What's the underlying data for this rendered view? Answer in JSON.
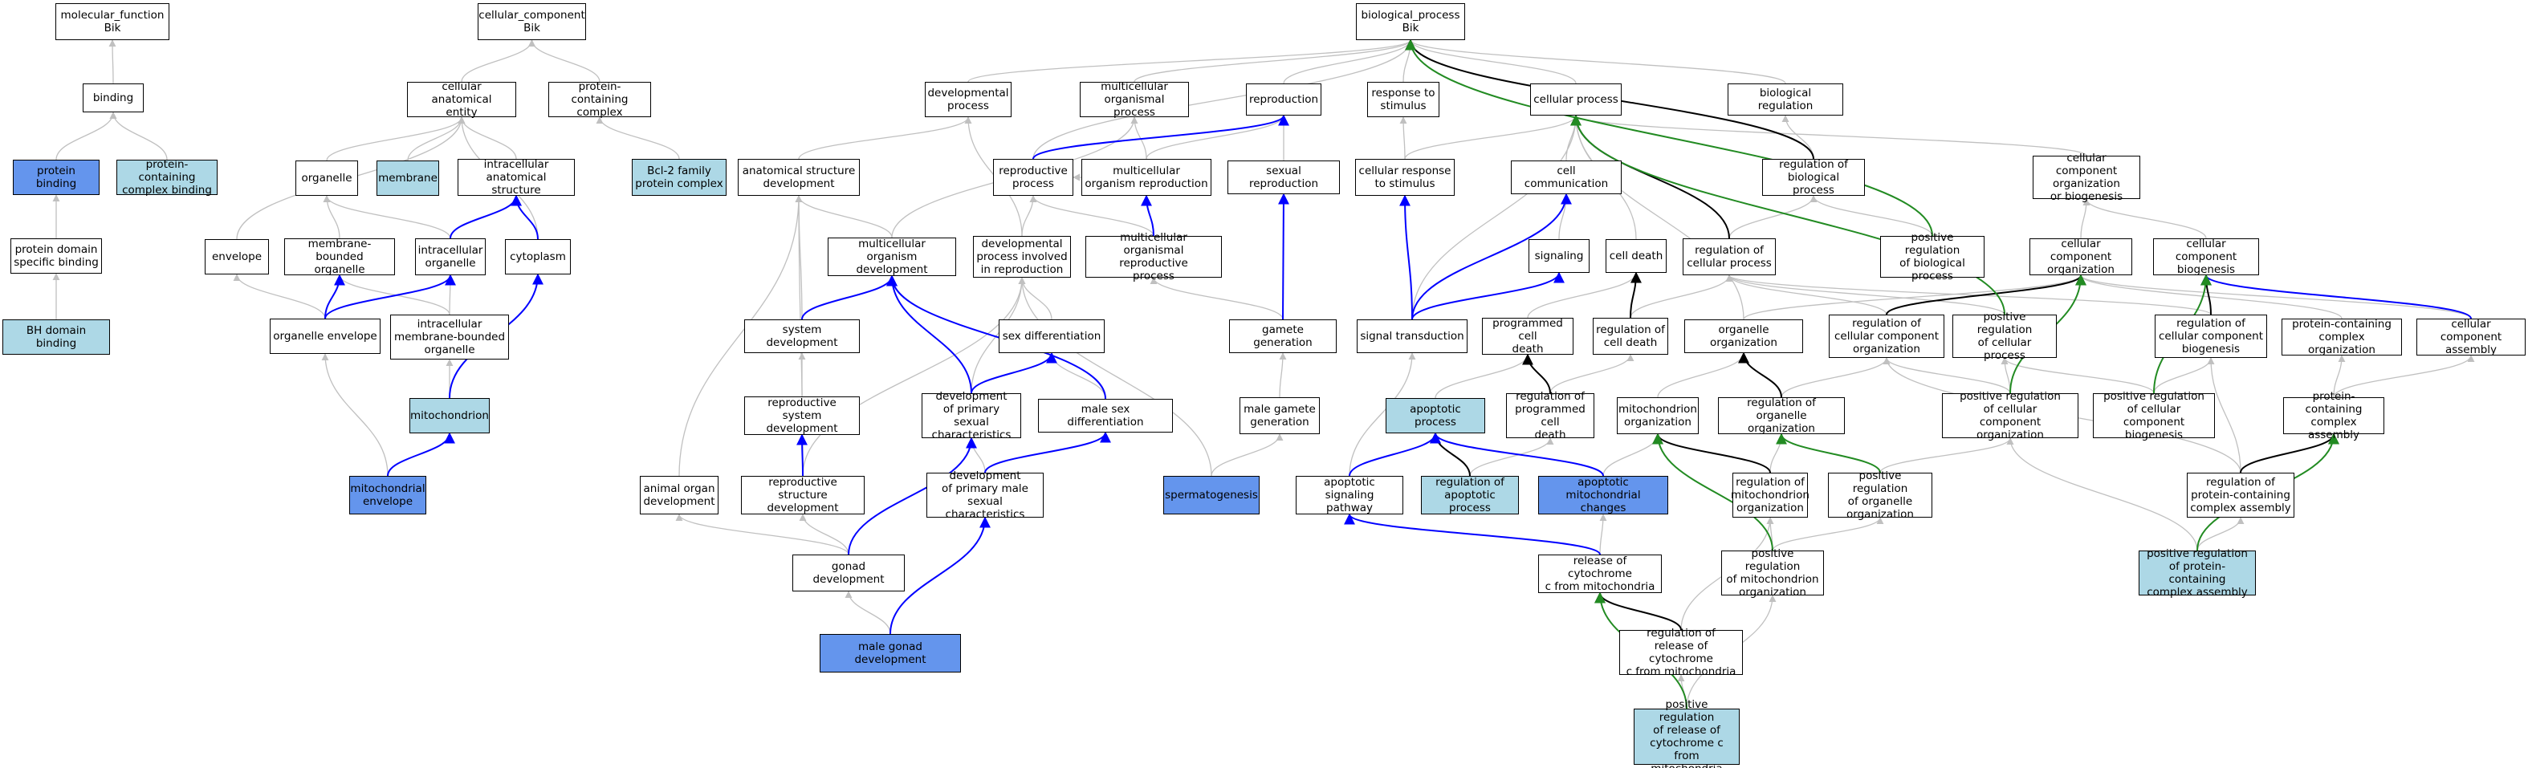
{
  "colors": {
    "white": "#ffffff",
    "light_blue": "#add8e6",
    "blue": "#6495ed",
    "grey_edge": "#c0c0c0",
    "blue_edge": "#0000ff",
    "green_edge": "#228b22",
    "black_edge": "#000000"
  },
  "nodes": {
    "mf": {
      "label": "molecular_function\nBik",
      "fill": "white"
    },
    "binding": {
      "label": "binding",
      "fill": "white"
    },
    "pb": {
      "label": "protein binding",
      "fill": "blue"
    },
    "pccb": {
      "label": "protein-containing\ncomplex binding",
      "fill": "light_blue"
    },
    "pdsb": {
      "label": "protein domain\nspecific binding",
      "fill": "white"
    },
    "bhd": {
      "label": "BH domain binding",
      "fill": "light_blue"
    },
    "cc": {
      "label": "cellular_component\nBik",
      "fill": "white"
    },
    "cae": {
      "label": "cellular anatomical\nentity",
      "fill": "white"
    },
    "pcc": {
      "label": "protein-containing\ncomplex",
      "fill": "white"
    },
    "organelle": {
      "label": "organelle",
      "fill": "white"
    },
    "membrane": {
      "label": "membrane",
      "fill": "light_blue"
    },
    "ias": {
      "label": "intracellular\nanatomical structure",
      "fill": "white"
    },
    "bcl2": {
      "label": "Bcl-2 family\nprotein complex",
      "fill": "light_blue"
    },
    "envelope": {
      "label": "envelope",
      "fill": "white"
    },
    "mbo": {
      "label": "membrane-bounded\norganelle",
      "fill": "white"
    },
    "io": {
      "label": "intracellular\norganelle",
      "fill": "white"
    },
    "cytoplasm": {
      "label": "cytoplasm",
      "fill": "white"
    },
    "oe": {
      "label": "organelle envelope",
      "fill": "white"
    },
    "imbo": {
      "label": "intracellular\nmembrane-bounded\norganelle",
      "fill": "white"
    },
    "mito": {
      "label": "mitochondrion",
      "fill": "light_blue"
    },
    "mitoenv": {
      "label": "mitochondrial\nenvelope",
      "fill": "blue"
    },
    "bp": {
      "label": "biological_process\nBik",
      "fill": "white"
    },
    "devp": {
      "label": "developmental\nprocess",
      "fill": "white"
    },
    "mop": {
      "label": "multicellular\norganismal process",
      "fill": "white"
    },
    "repro": {
      "label": "reproduction",
      "fill": "white"
    },
    "rts": {
      "label": "response to\nstimulus",
      "fill": "white"
    },
    "cellp": {
      "label": "cellular process",
      "fill": "white"
    },
    "breg": {
      "label": "biological regulation",
      "fill": "white"
    },
    "asd": {
      "label": "anatomical structure\ndevelopment",
      "fill": "white"
    },
    "rp": {
      "label": "reproductive\nprocess",
      "fill": "white"
    },
    "mor": {
      "label": "multicellular\norganism reproduction",
      "fill": "white"
    },
    "sexrep": {
      "label": "sexual reproduction",
      "fill": "white"
    },
    "crs": {
      "label": "cellular response\nto stimulus",
      "fill": "white"
    },
    "cellcomm": {
      "label": "cell communication",
      "fill": "white"
    },
    "rbp": {
      "label": "regulation of\nbiological process",
      "fill": "white"
    },
    "ccob": {
      "label": "cellular component\norganization\nor biogenesis",
      "fill": "white"
    },
    "mod": {
      "label": "multicellular\norganism development",
      "fill": "white"
    },
    "dpir": {
      "label": "developmental\nprocess involved\nin reproduction",
      "fill": "white"
    },
    "morp": {
      "label": "multicellular\norganismal reproductive\nprocess",
      "fill": "white"
    },
    "signaling": {
      "label": "signaling",
      "fill": "white"
    },
    "celldeath": {
      "label": "cell death",
      "fill": "white"
    },
    "rcp": {
      "label": "regulation of\ncellular process",
      "fill": "white"
    },
    "prbp": {
      "label": "positive regulation\nof biological\nprocess",
      "fill": "white"
    },
    "cco": {
      "label": "cellular component\norganization",
      "fill": "white"
    },
    "ccb": {
      "label": "cellular component\nbiogenesis",
      "fill": "white"
    },
    "sysdev": {
      "label": "system development",
      "fill": "white"
    },
    "sexdiff": {
      "label": "sex differentiation",
      "fill": "white"
    },
    "gamgen": {
      "label": "gamete generation",
      "fill": "white"
    },
    "st": {
      "label": "signal transduction",
      "fill": "white"
    },
    "pcd": {
      "label": "programmed cell\ndeath",
      "fill": "white"
    },
    "rcd": {
      "label": "regulation of\ncell death",
      "fill": "white"
    },
    "oo": {
      "label": "organelle organization",
      "fill": "white"
    },
    "rcco": {
      "label": "regulation of\ncellular component\norganization",
      "fill": "white"
    },
    "prcp": {
      "label": "positive regulation\nof cellular\nprocess",
      "fill": "white"
    },
    "rccb": {
      "label": "regulation of\ncellular component\nbiogenesis",
      "fill": "white"
    },
    "pco": {
      "label": "protein-containing\ncomplex organization",
      "fill": "white"
    },
    "cca": {
      "label": "cellular component\nassembly",
      "fill": "white"
    },
    "rsd": {
      "label": "reproductive\nsystem development",
      "fill": "white"
    },
    "dpsc": {
      "label": "development\nof primary sexual\ncharacteristics",
      "fill": "white"
    },
    "msd": {
      "label": "male sex differentiation",
      "fill": "white"
    },
    "mgg": {
      "label": "male gamete\ngeneration",
      "fill": "white"
    },
    "ap": {
      "label": "apoptotic process",
      "fill": "light_blue"
    },
    "rpcd": {
      "label": "regulation of\nprogrammed cell\ndeath",
      "fill": "white"
    },
    "mitoorg": {
      "label": "mitochondrion\norganization",
      "fill": "white"
    },
    "roo": {
      "label": "regulation of\norganelle organization",
      "fill": "white"
    },
    "prcco": {
      "label": "positive regulation\nof cellular\ncomponent organization",
      "fill": "white"
    },
    "prccb": {
      "label": "positive regulation\nof cellular\ncomponent biogenesis",
      "fill": "white"
    },
    "pca": {
      "label": "protein-containing\ncomplex assembly",
      "fill": "white"
    },
    "aod": {
      "label": "animal organ\ndevelopment",
      "fill": "white"
    },
    "rsd2": {
      "label": "reproductive\nstructure development",
      "fill": "white"
    },
    "dpmsc": {
      "label": "development\nof primary male\nsexual characteristics",
      "fill": "white"
    },
    "sperm": {
      "label": "spermatogenesis",
      "fill": "blue"
    },
    "asp": {
      "label": "apoptotic signaling\npathway",
      "fill": "white"
    },
    "rap": {
      "label": "regulation of\napoptotic process",
      "fill": "light_blue"
    },
    "amc": {
      "label": "apoptotic mitochondrial\nchanges",
      "fill": "blue"
    },
    "rmo": {
      "label": "regulation of\nmitochondrion\norganization",
      "fill": "white"
    },
    "proo": {
      "label": "positive regulation\nof organelle\norganization",
      "fill": "white"
    },
    "rpca": {
      "label": "regulation of\nprotein-containing\ncomplex assembly",
      "fill": "white"
    },
    "gd": {
      "label": "gonad development",
      "fill": "white"
    },
    "rcyt": {
      "label": "release of cytochrome\nc from mitochondria",
      "fill": "white"
    },
    "prmo": {
      "label": "positive regulation\nof mitochondrion\norganization",
      "fill": "white"
    },
    "prpca": {
      "label": "positive regulation\nof protein-containing\ncomplex assembly",
      "fill": "light_blue"
    },
    "mgd": {
      "label": "male gonad development",
      "fill": "blue"
    },
    "rrcyt": {
      "label": "regulation of\nrelease of cytochrome\nc from mitochondria",
      "fill": "white"
    },
    "prrcyt": {
      "label": "positive regulation\nof release of\ncytochrome c\nfrom mitochondria",
      "fill": "light_blue"
    }
  },
  "edges": [
    [
      "binding",
      "mf",
      "grey"
    ],
    [
      "pb",
      "binding",
      "grey"
    ],
    [
      "pccb",
      "binding",
      "grey"
    ],
    [
      "pdsb",
      "pb",
      "grey"
    ],
    [
      "bhd",
      "pdsb",
      "grey"
    ],
    [
      "cae",
      "cc",
      "grey"
    ],
    [
      "pcc",
      "cc",
      "grey"
    ],
    [
      "bcl2",
      "pcc",
      "grey"
    ],
    [
      "organelle",
      "cae",
      "grey"
    ],
    [
      "membrane",
      "cae",
      "grey"
    ],
    [
      "ias",
      "cae",
      "grey"
    ],
    [
      "envelope",
      "cae",
      "grey"
    ],
    [
      "cytoplasm",
      "cae",
      "grey"
    ],
    [
      "mbo",
      "organelle",
      "grey"
    ],
    [
      "io",
      "organelle",
      "grey"
    ],
    [
      "io",
      "ias",
      "blue"
    ],
    [
      "cytoplasm",
      "ias",
      "blue"
    ],
    [
      "oe",
      "envelope",
      "grey"
    ],
    [
      "oe",
      "mbo",
      "blue"
    ],
    [
      "oe",
      "io",
      "blue"
    ],
    [
      "imbo",
      "mbo",
      "grey"
    ],
    [
      "imbo",
      "io",
      "grey"
    ],
    [
      "mito",
      "imbo",
      "grey"
    ],
    [
      "mito",
      "cytoplasm",
      "blue"
    ],
    [
      "mitoenv",
      "mito",
      "blue"
    ],
    [
      "mitoenv",
      "oe",
      "grey"
    ],
    [
      "devp",
      "bp",
      "grey"
    ],
    [
      "mop",
      "bp",
      "grey"
    ],
    [
      "repro",
      "bp",
      "grey"
    ],
    [
      "rts",
      "bp",
      "grey"
    ],
    [
      "cellp",
      "bp",
      "grey"
    ],
    [
      "breg",
      "bp",
      "grey"
    ],
    [
      "asd",
      "devp",
      "grey"
    ],
    [
      "rp",
      "repro",
      "blue"
    ],
    [
      "rp",
      "bp",
      "grey"
    ],
    [
      "mor",
      "mop",
      "grey"
    ],
    [
      "mor",
      "repro",
      "grey"
    ],
    [
      "mor",
      "rp",
      "grey"
    ],
    [
      "sexrep",
      "repro",
      "grey"
    ],
    [
      "crs",
      "rts",
      "grey"
    ],
    [
      "crs",
      "cellp",
      "grey"
    ],
    [
      "cellcomm",
      "cellp",
      "grey"
    ],
    [
      "rbp",
      "breg",
      "grey"
    ],
    [
      "rbp",
      "bp",
      "black"
    ],
    [
      "ccob",
      "cellp",
      "grey"
    ],
    [
      "mod",
      "mop",
      "grey"
    ],
    [
      "mod",
      "asd",
      "grey"
    ],
    [
      "dpir",
      "rp",
      "grey"
    ],
    [
      "dpir",
      "devp",
      "grey"
    ],
    [
      "morp",
      "mor",
      "blue"
    ],
    [
      "morp",
      "rp",
      "grey"
    ],
    [
      "signaling",
      "cellcomm",
      "grey"
    ],
    [
      "celldeath",
      "cellp",
      "grey"
    ],
    [
      "rcp",
      "rbp",
      "grey"
    ],
    [
      "rcp",
      "cellp",
      "black"
    ],
    [
      "prbp",
      "rbp",
      "grey"
    ],
    [
      "prbp",
      "bp",
      "green"
    ],
    [
      "cco",
      "ccob",
      "grey"
    ],
    [
      "ccb",
      "ccob",
      "grey"
    ],
    [
      "sysdev",
      "mod",
      "blue"
    ],
    [
      "sysdev",
      "asd",
      "grey"
    ],
    [
      "sexdiff",
      "dpir",
      "grey"
    ],
    [
      "gamgen",
      "morp",
      "grey"
    ],
    [
      "gamgen",
      "sexrep",
      "blue"
    ],
    [
      "st",
      "crs",
      "blue"
    ],
    [
      "st",
      "cellcomm",
      "blue"
    ],
    [
      "st",
      "signaling",
      "blue"
    ],
    [
      "st",
      "cellp",
      "grey"
    ],
    [
      "pcd",
      "celldeath",
      "grey"
    ],
    [
      "rcd",
      "rcp",
      "grey"
    ],
    [
      "rcd",
      "celldeath",
      "black"
    ],
    [
      "oo",
      "cco",
      "grey"
    ],
    [
      "oo",
      "cellp",
      "grey"
    ],
    [
      "rcco",
      "rcp",
      "grey"
    ],
    [
      "rcco",
      "cco",
      "black"
    ],
    [
      "prcp",
      "rcp",
      "grey"
    ],
    [
      "prcp",
      "cellp",
      "green"
    ],
    [
      "rccb",
      "rcp",
      "grey"
    ],
    [
      "rccb",
      "ccb",
      "black"
    ],
    [
      "pco",
      "cco",
      "grey"
    ],
    [
      "cca",
      "ccb",
      "blue"
    ],
    [
      "cca",
      "cco",
      "grey"
    ],
    [
      "rsd",
      "sysdev",
      "grey"
    ],
    [
      "dpsc",
      "mod",
      "blue"
    ],
    [
      "dpsc",
      "sexdiff",
      "blue"
    ],
    [
      "dpsc",
      "dpir",
      "grey"
    ],
    [
      "msd",
      "sexdiff",
      "grey"
    ],
    [
      "msd",
      "mod",
      "blue"
    ],
    [
      "mgg",
      "gamgen",
      "grey"
    ],
    [
      "ap",
      "pcd",
      "grey"
    ],
    [
      "rpcd",
      "pcd",
      "black"
    ],
    [
      "rpcd",
      "rcd",
      "grey"
    ],
    [
      "mitoorg",
      "oo",
      "grey"
    ],
    [
      "roo",
      "oo",
      "black"
    ],
    [
      "roo",
      "rcco",
      "grey"
    ],
    [
      "prcco",
      "rcco",
      "grey"
    ],
    [
      "prcco",
      "prcp",
      "grey"
    ],
    [
      "prcco",
      "cco",
      "green"
    ],
    [
      "prccb",
      "rccb",
      "grey"
    ],
    [
      "prccb",
      "prcp",
      "grey"
    ],
    [
      "prccb",
      "ccb",
      "green"
    ],
    [
      "pca",
      "pco",
      "grey"
    ],
    [
      "pca",
      "cca",
      "grey"
    ],
    [
      "aod",
      "asd",
      "grey"
    ],
    [
      "rsd2",
      "rsd",
      "blue"
    ],
    [
      "rsd2",
      "asd",
      "grey"
    ],
    [
      "rsd2",
      "dpir",
      "grey"
    ],
    [
      "dpmsc",
      "dpsc",
      "grey"
    ],
    [
      "dpmsc",
      "msd",
      "blue"
    ],
    [
      "sperm",
      "mgg",
      "grey"
    ],
    [
      "sperm",
      "dpir",
      "grey"
    ],
    [
      "asp",
      "st",
      "grey"
    ],
    [
      "asp",
      "ap",
      "blue"
    ],
    [
      "rap",
      "ap",
      "black"
    ],
    [
      "rap",
      "rpcd",
      "grey"
    ],
    [
      "amc",
      "ap",
      "blue"
    ],
    [
      "amc",
      "mitoorg",
      "grey"
    ],
    [
      "rmo",
      "mitoorg",
      "black"
    ],
    [
      "rmo",
      "roo",
      "grey"
    ],
    [
      "proo",
      "roo",
      "green"
    ],
    [
      "proo",
      "prcco",
      "grey"
    ],
    [
      "rpca",
      "pca",
      "black"
    ],
    [
      "rpca",
      "rccb",
      "grey"
    ],
    [
      "rpca",
      "rcco",
      "grey"
    ],
    [
      "gd",
      "rsd2",
      "grey"
    ],
    [
      "gd",
      "aod",
      "grey"
    ],
    [
      "gd",
      "dpsc",
      "blue"
    ],
    [
      "rcyt",
      "amc",
      "grey"
    ],
    [
      "rcyt",
      "asp",
      "blue"
    ],
    [
      "prmo",
      "rmo",
      "grey"
    ],
    [
      "prmo",
      "proo",
      "grey"
    ],
    [
      "prmo",
      "mitoorg",
      "green"
    ],
    [
      "prpca",
      "pca",
      "green"
    ],
    [
      "prpca",
      "rpca",
      "grey"
    ],
    [
      "prpca",
      "prcco",
      "grey"
    ],
    [
      "mgd",
      "gd",
      "grey"
    ],
    [
      "mgd",
      "dpmsc",
      "blue"
    ],
    [
      "rrcyt",
      "rcyt",
      "black"
    ],
    [
      "rrcyt",
      "rmo",
      "grey"
    ],
    [
      "prrcyt",
      "rrcyt",
      "grey"
    ],
    [
      "prrcyt",
      "rcyt",
      "green"
    ],
    [
      "prrcyt",
      "prmo",
      "grey"
    ]
  ]
}
